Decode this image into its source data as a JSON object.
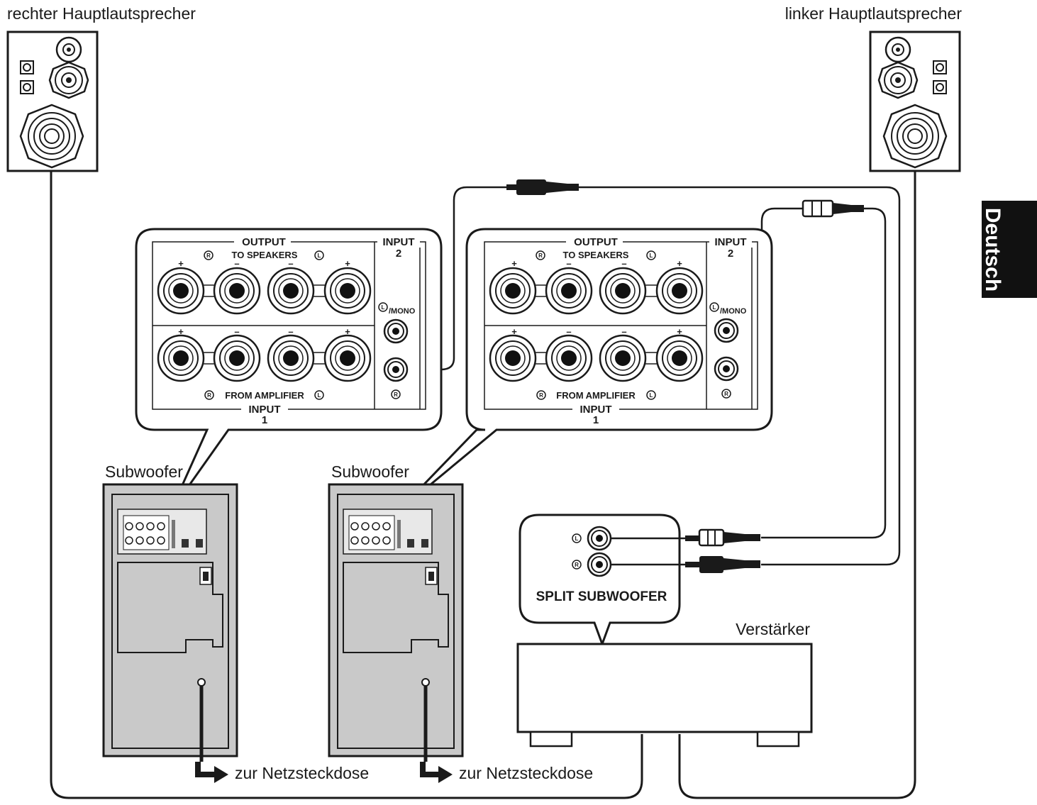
{
  "labels": {
    "right_speaker": "rechter Hauptlautsprecher",
    "left_speaker": "linker Hauptlautsprecher",
    "subwoofer_left": "Subwoofer",
    "subwoofer_right": "Subwoofer",
    "amplifier": "Verstärker",
    "power_left": "zur Netzsteckdose",
    "power_right": "zur Netzsteckdose",
    "language_tab": "Deutsch"
  },
  "panel": {
    "output": "OUTPUT",
    "to_speakers": "TO SPEAKERS",
    "input2": "INPUT",
    "input2_num": "2",
    "l_mono": "/MONO",
    "r": "R",
    "l": "L",
    "plus": "+",
    "minus": "–",
    "from_amplifier": "FROM AMPLIFIER",
    "input1": "INPUT",
    "input1_num": "1"
  },
  "amp_panel": {
    "title": "SPLIT SUBWOOFER",
    "l": "L",
    "r": "R"
  },
  "colors": {
    "line": "#1a1a1a",
    "subwoofer_fill": "#c9c9c9",
    "tab_bg": "#111111"
  }
}
